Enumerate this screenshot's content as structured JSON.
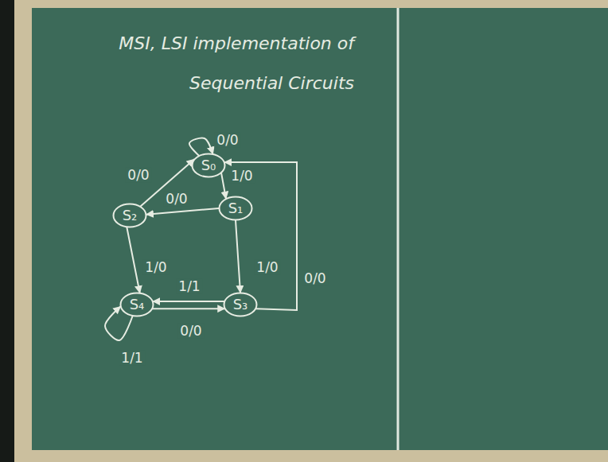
{
  "diagram": {
    "title": "MSI, LSI implementation of Sequential Circuits",
    "nodes": [
      {
        "text": [
          "S₀"
        ]
      },
      {
        "text": [
          "S₂"
        ]
      },
      {
        "text": [
          "S₁"
        ]
      },
      {
        "text": [
          "S₄"
        ]
      },
      {
        "text": [
          "S₃"
        ]
      }
    ],
    "edges": [
      {
        "from": 0,
        "to": 0,
        "label": "0/0",
        "arrow": "to"
      },
      {
        "from": 0,
        "to": 2,
        "label": "1/0",
        "arrow": "to"
      },
      {
        "from": 2,
        "to": 1,
        "label": "0/0",
        "arrow": "to"
      },
      {
        "from": 1,
        "to": 0,
        "label": "0/0",
        "arrow": "to"
      },
      {
        "from": 1,
        "to": 3,
        "label": "1/0",
        "arrow": "to"
      },
      {
        "from": 2,
        "to": 4,
        "label": "1/0",
        "arrow": "to"
      },
      {
        "from": 4,
        "to": 3,
        "label": "1/1",
        "arrow": "to"
      },
      {
        "from": 3,
        "to": 4,
        "label": "0/0",
        "arrow": "to"
      },
      {
        "from": 3,
        "to": 3,
        "label": "1/1",
        "arrow": "to"
      },
      {
        "from": 4,
        "to": 0,
        "label": "0/0",
        "arrow": "to"
      }
    ]
  }
}
